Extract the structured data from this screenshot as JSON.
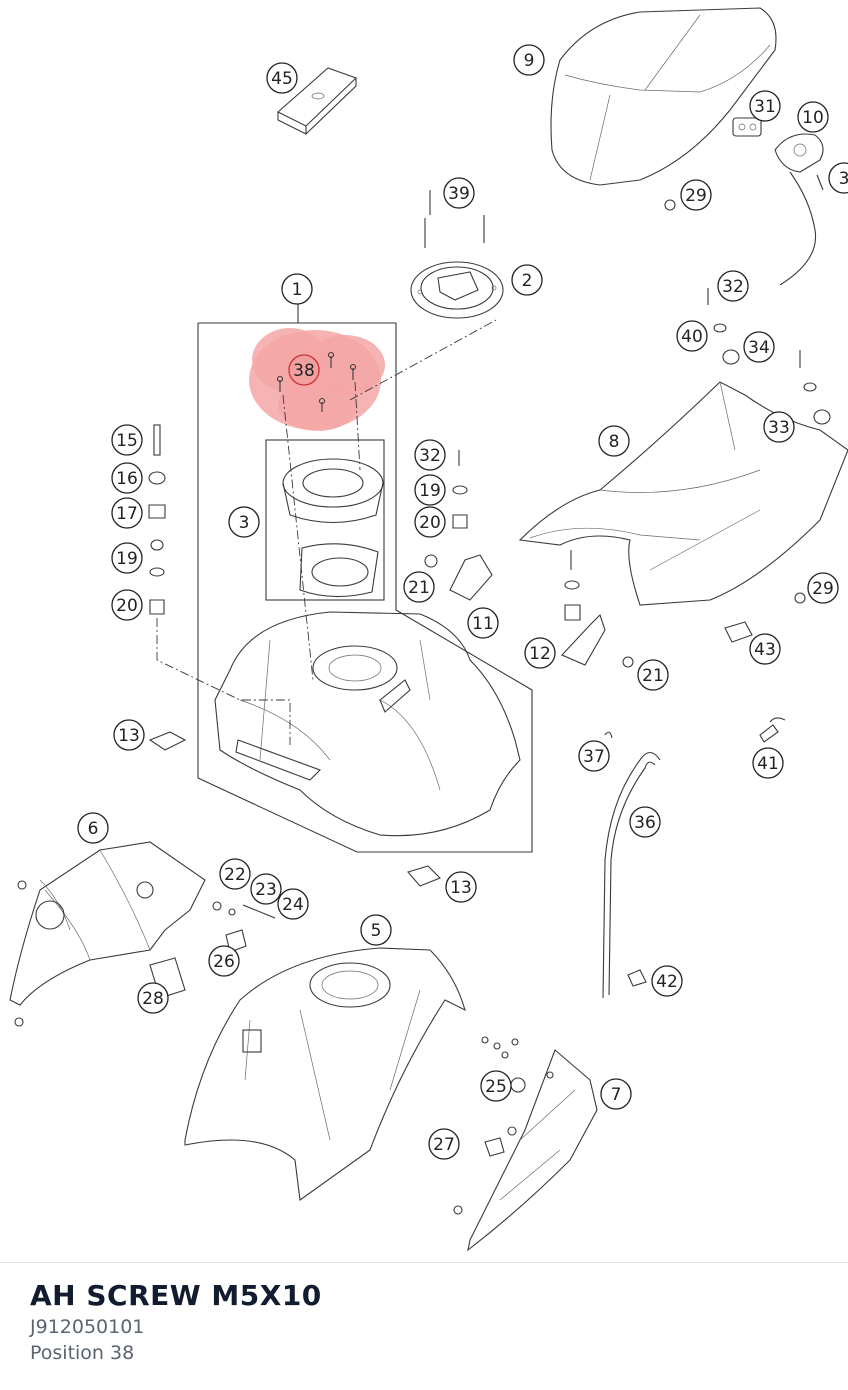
{
  "part": {
    "title": "AH SCREW M5X10",
    "number": "J912050101",
    "position": "Position 38"
  },
  "diagram": {
    "highlighted_callout": "38",
    "highlight_color": "#f0a0a0",
    "callouts": [
      "1",
      "2",
      "3",
      "5",
      "6",
      "7",
      "8",
      "9",
      "10",
      "11",
      "12",
      "13",
      "13",
      "15",
      "16",
      "17",
      "19",
      "19",
      "20",
      "20",
      "21",
      "21",
      "22",
      "23",
      "24",
      "25",
      "26",
      "27",
      "28",
      "29",
      "29",
      "3",
      "31",
      "32",
      "32",
      "33",
      "34",
      "36",
      "37",
      "38",
      "39",
      "40",
      "41",
      "42",
      "43",
      "45"
    ]
  }
}
